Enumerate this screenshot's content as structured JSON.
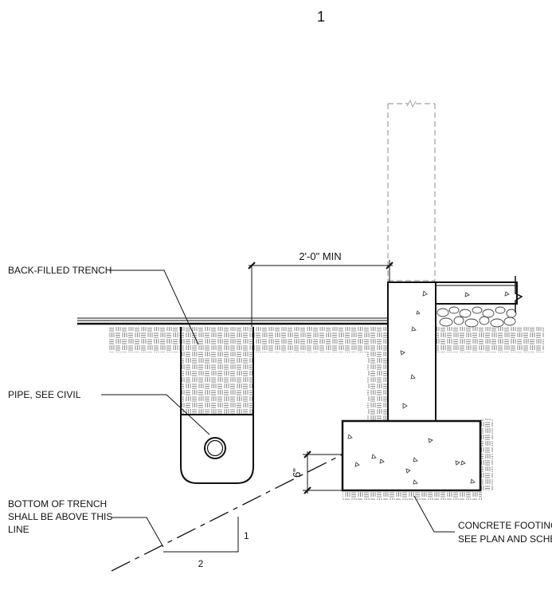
{
  "detail_number": "1",
  "labels": {
    "trench": "BACK-FILLED TRENCH",
    "pipe": "PIPE, SEE CIVIL",
    "bottom_line_1": "BOTTOM OF TRENCH",
    "bottom_line_2": "SHALL BE ABOVE THIS",
    "bottom_line_3": "LINE",
    "footing_line_1": "CONCRETE FOOTING,",
    "footing_line_2": "SEE PLAN AND SCHED"
  },
  "dimensions": {
    "min_distance": "2'-0\" MIN",
    "offset": "6\""
  },
  "slope": {
    "rise": "1",
    "run": "2"
  },
  "colors": {
    "line": "#111111",
    "hidden": "#a0a0a0",
    "hatch": "#6a6a6a"
  }
}
